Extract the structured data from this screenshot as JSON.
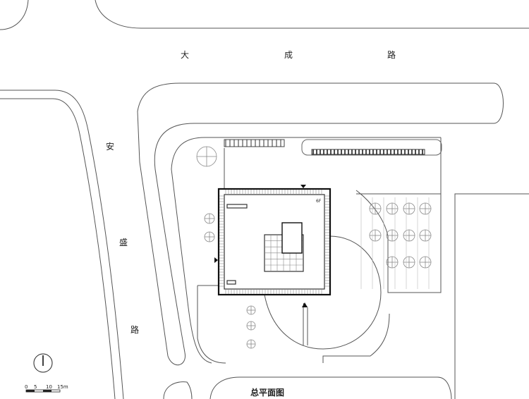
{
  "roads": {
    "north": [
      "大",
      "成",
      "路"
    ],
    "west": [
      "安",
      "盛",
      "路"
    ]
  },
  "building": {
    "floors": "6F"
  },
  "scale_bar": {
    "ticks": [
      "0",
      "5",
      "10",
      "15m"
    ]
  },
  "title": "总平面图"
}
